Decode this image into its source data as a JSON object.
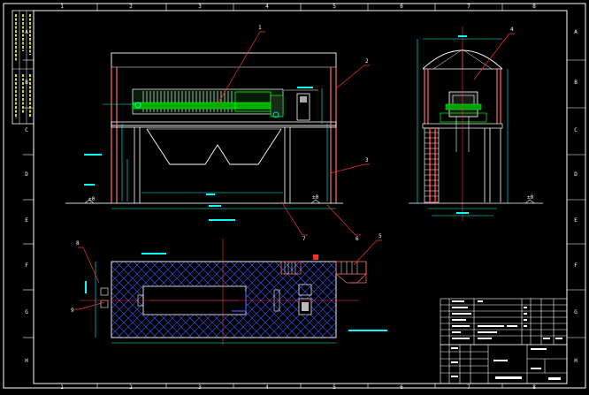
{
  "frame": {
    "column_labels": [
      "1",
      "2",
      "3",
      "4",
      "5",
      "6",
      "7",
      "8"
    ],
    "row_labels": [
      "A",
      "B",
      "C",
      "D",
      "E",
      "F",
      "G",
      "H"
    ]
  },
  "callouts": {
    "front": [
      "1",
      "2",
      "3",
      "7",
      "6"
    ],
    "side": [
      "4",
      "5"
    ],
    "plan": [
      "8",
      "9"
    ]
  },
  "elevation_marks": {
    "front_left": "±0",
    "front_right": "±0",
    "side_right": "±0"
  },
  "colors": {
    "background": "#000000",
    "frame": "#ffffff",
    "building": "#ff6a6a",
    "dimension": "#00ffff",
    "equipment": "#00ff00",
    "structure": "#ffffff",
    "hatch": "#3b5bff",
    "leader": "#ff3030",
    "note": "#00ffff"
  }
}
